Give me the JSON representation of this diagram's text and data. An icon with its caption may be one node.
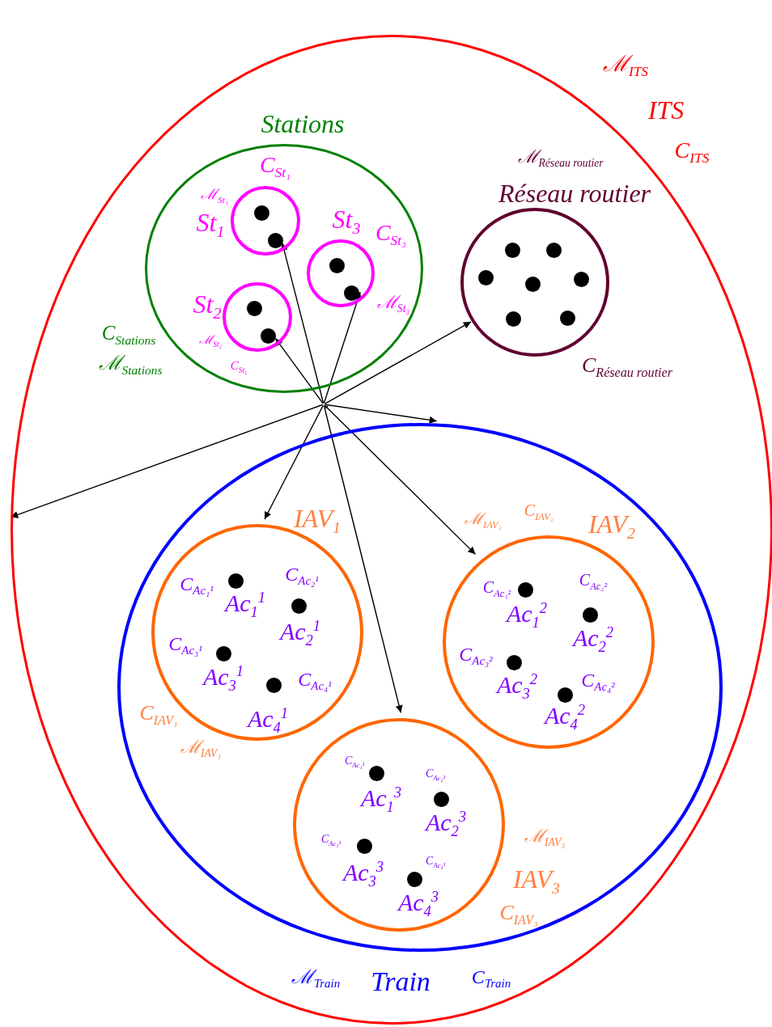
{
  "diagram": {
    "nodes": [
      {
        "text": [
          "ITS"
        ],
        "beside": [
          "ℳ$_{ITS}$",
          "C$_{ITS}$"
        ]
      },
      {
        "text": [
          "Stations"
        ],
        "beside": [
          "C$_{Stations}$",
          "ℳ$_{Stations}$"
        ],
        "in": 0
      },
      {
        "text": [
          "St$_{1}$"
        ],
        "beside": [
          "C$_{St₁}$",
          "ℳ$_{St₁}$"
        ],
        "in": 1
      },
      {
        "text": [],
        "shape": "circle",
        "in": 2
      },
      {
        "text": [],
        "shape": "circle",
        "in": 2
      },
      {
        "text": [
          "St$_{3}$"
        ],
        "beside": [
          "C$_{St₃}$",
          "ℳ$_{St₃}$"
        ],
        "in": 1
      },
      {
        "text": [],
        "shape": "circle",
        "in": 5
      },
      {
        "text": [],
        "shape": "circle",
        "in": 5
      },
      {
        "text": [
          "St$_{2}$"
        ],
        "beside": [
          "ℳ$_{St₂}$",
          "C$_{St₂}$"
        ],
        "in": 1
      },
      {
        "text": [],
        "shape": "circle",
        "in": 8
      },
      {
        "text": [],
        "shape": "circle",
        "in": 8
      },
      {
        "text": [
          "Réseau routier"
        ],
        "beside": [
          "ℳ$_{Réseau routier}$",
          "C$_{Réseau routier}$"
        ],
        "in": 0
      },
      {
        "text": [],
        "shape": "circle",
        "in": 11
      },
      {
        "text": [],
        "shape": "circle",
        "in": 11
      },
      {
        "text": [],
        "shape": "circle",
        "in": 11
      },
      {
        "text": [],
        "shape": "circle",
        "in": 11
      },
      {
        "text": [],
        "shape": "circle",
        "in": 11
      },
      {
        "text": [],
        "shape": "circle",
        "in": 11
      },
      {
        "text": [],
        "shape": "circle",
        "in": 11
      },
      {
        "text": [],
        "shape": "point",
        "in": 0
      },
      {
        "text": [
          "Train"
        ],
        "beside": [
          "ℳ$_{Train}$",
          "C$_{Train}$"
        ],
        "in": 0
      },
      {
        "text": [
          "IAV$_{1}$"
        ],
        "beside": [
          "C$_{IAV₁}$",
          "ℳ$_{IAV₁}$"
        ],
        "in": 20
      },
      {
        "text": [
          "Ac$_{1}$$^{1}$"
        ],
        "beside": [
          "C$_{Ac₁¹}$"
        ],
        "in": 21
      },
      {
        "text": [
          "Ac$_{2}$$^{1}$"
        ],
        "beside": [
          "C$_{Ac₂¹}$"
        ],
        "in": 21
      },
      {
        "text": [
          "Ac$_{3}$$^{1}$"
        ],
        "beside": [
          "C$_{Ac₃¹}$"
        ],
        "in": 21
      },
      {
        "text": [
          "Ac$_{4}$$^{1}$"
        ],
        "beside": [
          "C$_{Ac₄¹}$"
        ],
        "in": 21
      },
      {
        "text": [
          "IAV$_{2}$"
        ],
        "beside": [
          "ℳ$_{IAV₂}$",
          "C$_{IAV₂}$"
        ],
        "in": 20
      },
      {
        "text": [
          "Ac$_{1}$$^{2}$"
        ],
        "beside": [
          "C$_{Ac₁²}$"
        ],
        "in": 26
      },
      {
        "text": [
          "Ac$_{2}$$^{2}$"
        ],
        "beside": [
          "C$_{Ac₂²}$"
        ],
        "in": 26
      },
      {
        "text": [
          "Ac$_{3}$$^{2}$"
        ],
        "beside": [
          "C$_{Ac₃²}$"
        ],
        "in": 26
      },
      {
        "text": [
          "Ac$_{4}$$^{2}$"
        ],
        "beside": [
          "C$_{Ac₄²}$"
        ],
        "in": 26
      },
      {
        "text": [
          "IAV$_{3}$"
        ],
        "beside": [
          "ℳ$_{IAV₃}$",
          "C$_{IAV₃}$"
        ],
        "in": 20
      },
      {
        "text": [
          "Ac$_{1}$$^{3}$"
        ],
        "beside": [
          "C$_{Ac₁³}$"
        ],
        "in": 31
      },
      {
        "text": [
          "Ac$_{2}$$^{3}$"
        ],
        "beside": [
          "C$_{Ac₂³}$"
        ],
        "in": 31
      },
      {
        "text": [
          "Ac$_{3}$$^{3}$"
        ],
        "beside": [
          "C$_{Ac₃³}$"
        ],
        "in": 31
      },
      {
        "text": [
          "Ac$_{4}$$^{3}$"
        ],
        "beside": [
          "C$_{Ac₄³}$"
        ],
        "in": 31
      }
    ],
    "edges": [
      {
        "from": 19,
        "to": 2,
        "arrow": "to"
      },
      {
        "from": 19,
        "to": 8,
        "arrow": "to"
      },
      {
        "from": 19,
        "to": 5,
        "arrow": "to"
      },
      {
        "from": 19,
        "to": 11,
        "arrow": "to"
      },
      {
        "from": 19,
        "to": 20,
        "arrow": "to"
      },
      {
        "from": 19,
        "to": 0,
        "arrow": "to"
      },
      {
        "from": 19,
        "to": 21,
        "arrow": "to"
      },
      {
        "from": 19,
        "to": 26,
        "arrow": "to"
      },
      {
        "from": 19,
        "to": 31,
        "arrow": "to"
      }
    ]
  }
}
